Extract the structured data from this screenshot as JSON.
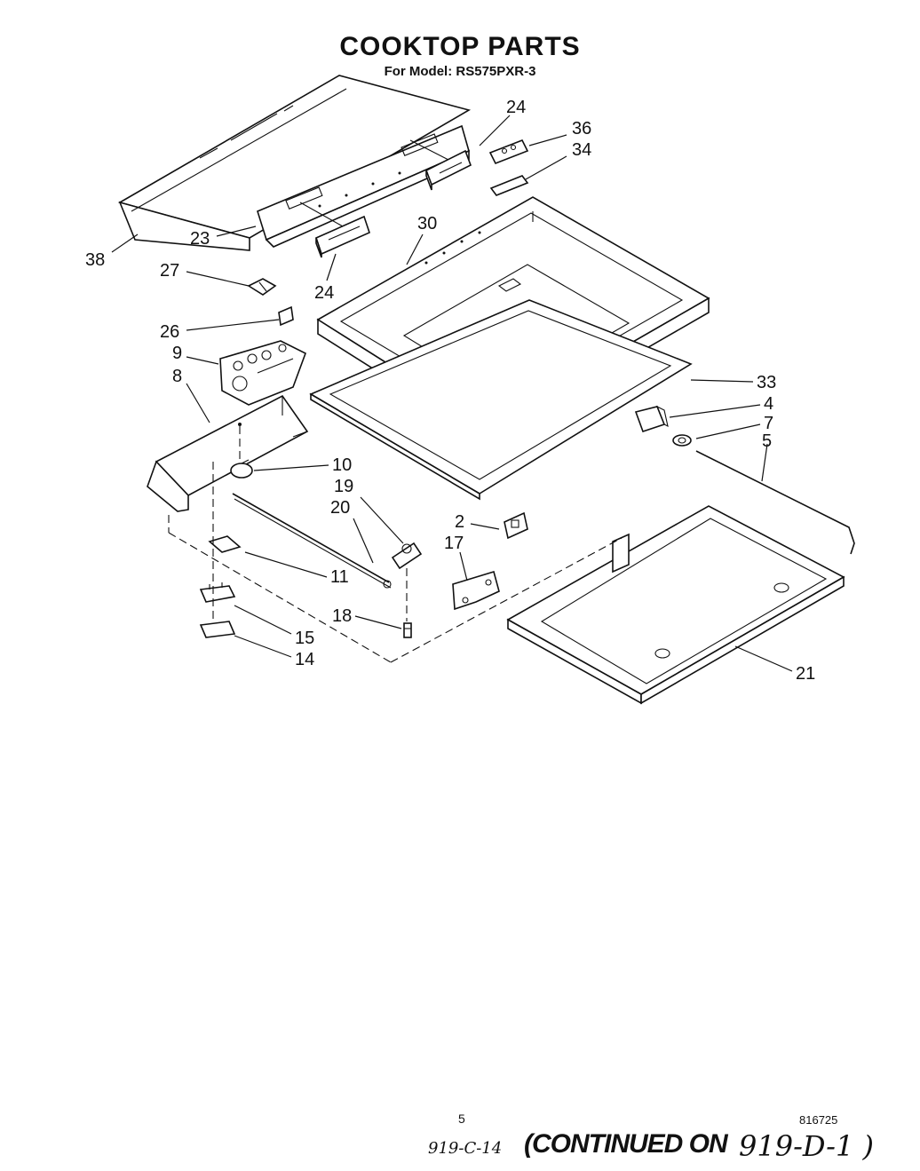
{
  "header": {
    "title": "COOKTOP PARTS",
    "subtitle": "For Model: RS575PXR-3"
  },
  "callouts": {
    "c38": "38",
    "c23": "23",
    "c24a": "24",
    "c24b": "24",
    "c36": "36",
    "c34": "34",
    "c30": "30",
    "c27": "27",
    "c26": "26",
    "c9": "9",
    "c8": "8",
    "c33": "33",
    "c4": "4",
    "c7": "7",
    "c5": "5",
    "c10": "10",
    "c19": "19",
    "c20": "20",
    "c2": "2",
    "c17": "17",
    "c11": "11",
    "c18": "18",
    "c15": "15",
    "c14": "14",
    "c21": "21"
  },
  "footer": {
    "page_number": "5",
    "doc_code": "816725",
    "handwritten_ref": "919-C-14",
    "continued": "(CONTINUED ON",
    "handwritten_next": "919-D-1 )"
  }
}
